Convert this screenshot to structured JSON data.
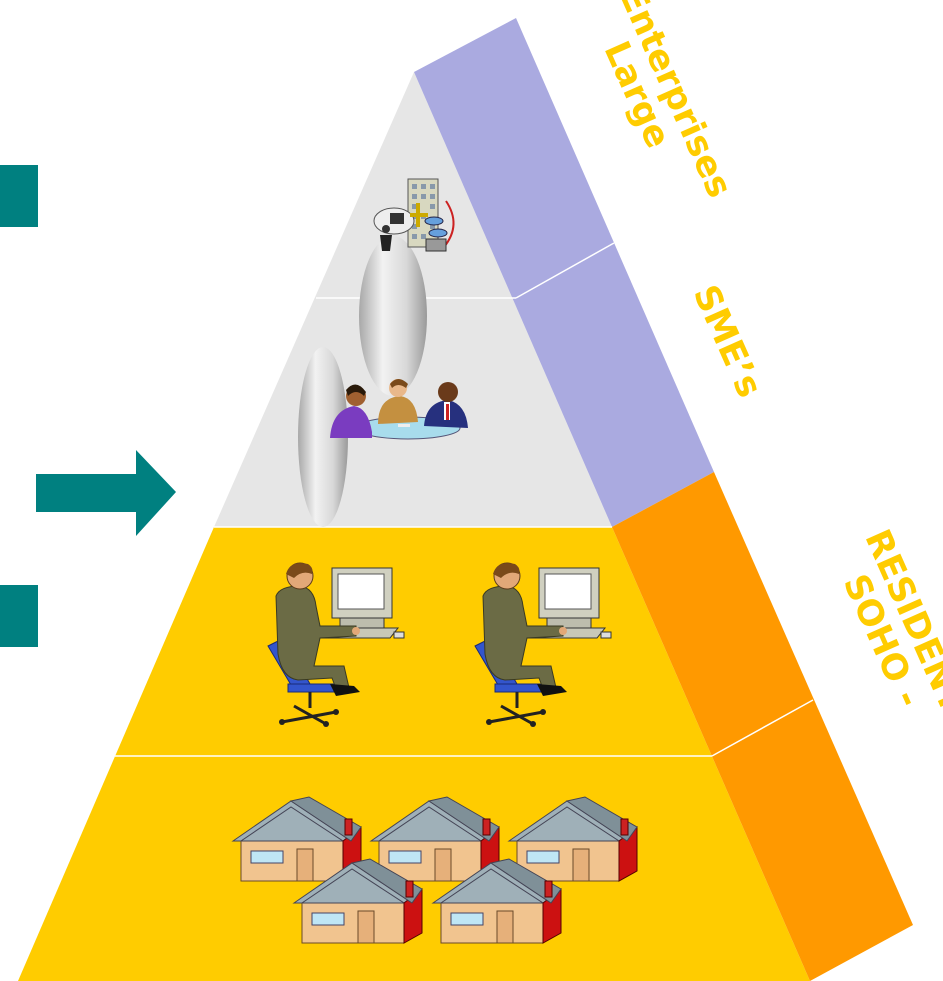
{
  "tiers": {
    "top": {
      "label_line1": "Large",
      "label_line2": "Enterprises"
    },
    "middle": {
      "label": "SME’s"
    },
    "bottom": {
      "label_line1": "SOHO -",
      "label_line2": "RESIDENTIAL"
    }
  },
  "colors": {
    "upper_face": "#e6e6e6",
    "upper_side": "#aaaae0",
    "lower_face": "#ffcc00",
    "lower_side": "#ff9900",
    "label_text": "#ffcc00",
    "marker": "#008080",
    "divider": "#ffffff"
  },
  "icons": {
    "top_tier": "enterprise-network-icon",
    "middle_tier": "business-meeting-icon",
    "soho_tier": "person-at-computer-icon",
    "residential_tier": "house-icon"
  }
}
